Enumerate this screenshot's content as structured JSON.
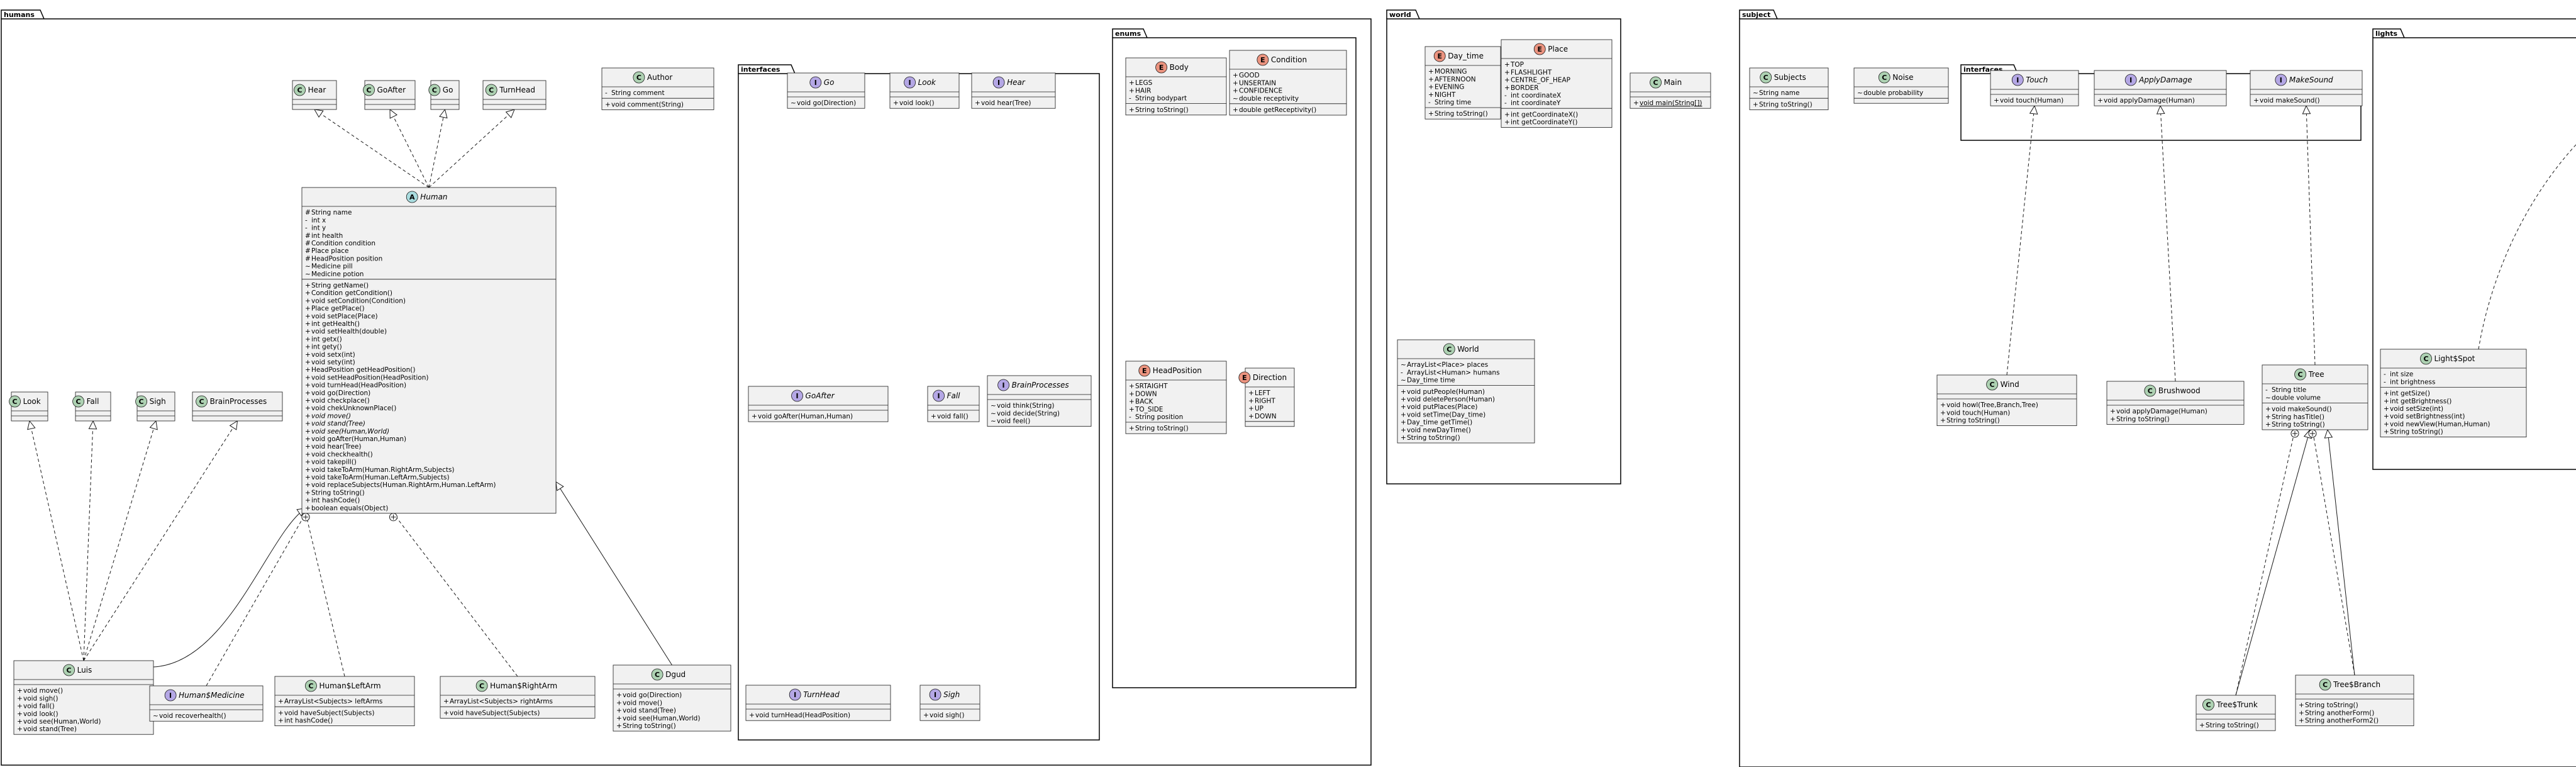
{
  "packages": [
    {
      "id": "humans",
      "name": "humans"
    },
    {
      "id": "interfaces_h",
      "name": "interfaces"
    },
    {
      "id": "enums",
      "name": "enums"
    },
    {
      "id": "world",
      "name": "world"
    },
    {
      "id": "subject",
      "name": "subject"
    },
    {
      "id": "interfaces_s",
      "name": "interfaces"
    },
    {
      "id": "lights",
      "name": "lights"
    }
  ],
  "classes": [
    {
      "id": "Hear1",
      "kind": "C",
      "name": "Hear",
      "italic": false,
      "fields": [],
      "methods": []
    },
    {
      "id": "GoAfter1",
      "kind": "C",
      "name": "GoAfter",
      "italic": false,
      "fields": [],
      "methods": []
    },
    {
      "id": "Go1",
      "kind": "C",
      "name": "Go",
      "italic": false,
      "fields": [],
      "methods": []
    },
    {
      "id": "TurnHead1",
      "kind": "C",
      "name": "TurnHead",
      "italic": false,
      "fields": [],
      "methods": []
    },
    {
      "id": "Author",
      "kind": "C",
      "name": "Author",
      "italic": false,
      "fields": [
        {
          "v": "-",
          "t": "String comment"
        }
      ],
      "methods": [
        {
          "v": "+",
          "t": "void comment(String)"
        }
      ]
    },
    {
      "id": "Human",
      "kind": "A",
      "name": "Human",
      "italic": true,
      "fields": [
        {
          "v": "#",
          "t": "String name"
        },
        {
          "v": "-",
          "t": "int x"
        },
        {
          "v": "-",
          "t": "int y"
        },
        {
          "v": "#",
          "t": "int health"
        },
        {
          "v": "#",
          "t": "Condition condition"
        },
        {
          "v": "#",
          "t": "Place place"
        },
        {
          "v": "#",
          "t": "HeadPosition position"
        },
        {
          "v": "~",
          "t": "Medicine pill"
        },
        {
          "v": "~",
          "t": "Medicine potion"
        }
      ],
      "methods": [
        {
          "v": "+",
          "t": "String getName()"
        },
        {
          "v": "+",
          "t": "Condition getCondition()"
        },
        {
          "v": "+",
          "t": "void setCondition(Condition)"
        },
        {
          "v": "+",
          "t": "Place getPlace()"
        },
        {
          "v": "+",
          "t": "void setPlace(Place)"
        },
        {
          "v": "+",
          "t": "int getHealth()"
        },
        {
          "v": "+",
          "t": "void setHealth(double)"
        },
        {
          "v": "+",
          "t": "int getx()"
        },
        {
          "v": "+",
          "t": "int gety()"
        },
        {
          "v": "+",
          "t": "void setx(int)"
        },
        {
          "v": "+",
          "t": "void sety(int)"
        },
        {
          "v": "+",
          "t": "HeadPosition getHeadPosition()"
        },
        {
          "v": "+",
          "t": "void setHeadPosition(HeadPosition)"
        },
        {
          "v": "+",
          "t": "void turnHead(HeadPosition)"
        },
        {
          "v": "+",
          "t": "void go(Direction)"
        },
        {
          "v": "+",
          "t": "void checkplace()"
        },
        {
          "v": "+",
          "t": "void chekUnknownPlace()"
        },
        {
          "v": "+",
          "t": "void move()",
          "i": true
        },
        {
          "v": "+",
          "t": "void stand(Tree)",
          "i": true
        },
        {
          "v": "+",
          "t": "void see(Human,World)",
          "i": true
        },
        {
          "v": "+",
          "t": "void goAfter(Human,Human)"
        },
        {
          "v": "+",
          "t": "void hear(Tree)"
        },
        {
          "v": "+",
          "t": "void checkhealth()"
        },
        {
          "v": "+",
          "t": "void takepill()"
        },
        {
          "v": "+",
          "t": "void takeToArm(Human.RightArm,Subjects)"
        },
        {
          "v": "+",
          "t": "void takeToArm(Human.LeftArm,Subjects)"
        },
        {
          "v": "+",
          "t": "void replaceSubjects(Human.RightArm,Human.LeftArm)"
        },
        {
          "v": "+",
          "t": "String toString()"
        },
        {
          "v": "+",
          "t": "int hashCode()"
        },
        {
          "v": "+",
          "t": "boolean equals(Object)"
        }
      ]
    },
    {
      "id": "Look1",
      "kind": "C",
      "name": "Look",
      "italic": false,
      "fields": [],
      "methods": []
    },
    {
      "id": "Fall1",
      "kind": "C",
      "name": "Fall",
      "italic": false,
      "fields": [],
      "methods": []
    },
    {
      "id": "Sigh1",
      "kind": "C",
      "name": "Sigh",
      "italic": false,
      "fields": [],
      "methods": []
    },
    {
      "id": "BrainProcesses1",
      "kind": "C",
      "name": "BrainProcesses",
      "italic": false,
      "fields": [],
      "methods": []
    },
    {
      "id": "Luis",
      "kind": "C",
      "name": "Luis",
      "italic": false,
      "fields": [],
      "methods": [
        {
          "v": "+",
          "t": "void move()"
        },
        {
          "v": "+",
          "t": "void sigh()"
        },
        {
          "v": "+",
          "t": "void fall()"
        },
        {
          "v": "+",
          "t": "void look()"
        },
        {
          "v": "+",
          "t": "void see(Human,World)"
        },
        {
          "v": "+",
          "t": "void stand(Tree)"
        }
      ]
    },
    {
      "id": "HumanMedicine",
      "kind": "I",
      "name": "Human$Medicine",
      "italic": true,
      "fields": [],
      "methods": [
        {
          "v": "~",
          "t": "void recoverhealth()"
        }
      ]
    },
    {
      "id": "HumanLeftArm",
      "kind": "C",
      "name": "Human$LeftArm",
      "italic": false,
      "fields": [
        {
          "v": "+",
          "t": "ArrayList<Subjects> leftArms"
        }
      ],
      "methods": [
        {
          "v": "+",
          "t": "void haveSubject(Subjects)"
        },
        {
          "v": "+",
          "t": "int hashCode()"
        }
      ]
    },
    {
      "id": "HumanRightArm",
      "kind": "C",
      "name": "Human$RightArm",
      "italic": false,
      "fields": [
        {
          "v": "+",
          "t": "ArrayList<Subjects> rightArms"
        }
      ],
      "methods": [
        {
          "v": "+",
          "t": "void haveSubject(Subjects)"
        }
      ]
    },
    {
      "id": "Dgud",
      "kind": "C",
      "name": "Dgud",
      "italic": false,
      "fields": [],
      "methods": [
        {
          "v": "+",
          "t": "void go(Direction)"
        },
        {
          "v": "+",
          "t": "void move()"
        },
        {
          "v": "+",
          "t": "void stand(Tree)"
        },
        {
          "v": "+",
          "t": "void see(Human,World)"
        },
        {
          "v": "+",
          "t": "String toString()"
        }
      ]
    },
    {
      "id": "GoI",
      "kind": "I",
      "name": "Go",
      "italic": true,
      "fields": [],
      "methods": [
        {
          "v": "~",
          "t": "void go(Direction)"
        }
      ]
    },
    {
      "id": "LookI",
      "kind": "I",
      "name": "Look",
      "italic": true,
      "fields": [],
      "methods": [
        {
          "v": "+",
          "t": "void look()"
        }
      ]
    },
    {
      "id": "HearI",
      "kind": "I",
      "name": "Hear",
      "italic": true,
      "fields": [],
      "methods": [
        {
          "v": "+",
          "t": "void hear(Tree)"
        }
      ]
    },
    {
      "id": "GoAfterI",
      "kind": "I",
      "name": "GoAfter",
      "italic": true,
      "fields": [],
      "methods": [
        {
          "v": "+",
          "t": "void goAfter(Human,Human)"
        }
      ]
    },
    {
      "id": "FallI",
      "kind": "I",
      "name": "Fall",
      "italic": true,
      "fields": [],
      "methods": [
        {
          "v": "+",
          "t": "void fall()"
        }
      ]
    },
    {
      "id": "BrainI",
      "kind": "I",
      "name": "BrainProcesses",
      "italic": true,
      "fields": [],
      "methods": [
        {
          "v": "~",
          "t": "void think(String)"
        },
        {
          "v": "~",
          "t": "void decide(String)"
        },
        {
          "v": "~",
          "t": "void feel()"
        }
      ]
    },
    {
      "id": "TurnHeadI",
      "kind": "I",
      "name": "TurnHead",
      "italic": true,
      "fields": [],
      "methods": [
        {
          "v": "+",
          "t": "void turnHead(HeadPosition)"
        }
      ]
    },
    {
      "id": "SighI",
      "kind": "I",
      "name": "Sigh",
      "italic": true,
      "fields": [],
      "methods": [
        {
          "v": "+",
          "t": "void sigh()"
        }
      ]
    },
    {
      "id": "Body",
      "kind": "E",
      "name": "Body",
      "italic": false,
      "fields": [
        {
          "v": "+",
          "t": "LEGS"
        },
        {
          "v": "+",
          "t": "HAIR"
        },
        {
          "v": "-",
          "t": "String bodypart"
        }
      ],
      "methods": [
        {
          "v": "+",
          "t": "String toString()"
        }
      ]
    },
    {
      "id": "Condition",
      "kind": "E",
      "name": "Condition",
      "italic": false,
      "fields": [
        {
          "v": "+",
          "t": "GOOD"
        },
        {
          "v": "+",
          "t": "UNSERTAIN"
        },
        {
          "v": "+",
          "t": "CONFIDENCE"
        },
        {
          "v": "~",
          "t": "double receptivity"
        }
      ],
      "methods": [
        {
          "v": "+",
          "t": "double getReceptivity()"
        }
      ]
    },
    {
      "id": "HeadPosition",
      "kind": "E",
      "name": "HeadPosition",
      "italic": false,
      "fields": [
        {
          "v": "+",
          "t": "SRTAIGHT"
        },
        {
          "v": "+",
          "t": "DOWN"
        },
        {
          "v": "+",
          "t": "BACK"
        },
        {
          "v": "+",
          "t": "TO_SIDE"
        },
        {
          "v": "-",
          "t": "String position"
        }
      ],
      "methods": [
        {
          "v": "+",
          "t": "String toString()"
        }
      ]
    },
    {
      "id": "Direction",
      "kind": "E",
      "name": "Direction",
      "italic": false,
      "fields": [
        {
          "v": "+",
          "t": "LEFT"
        },
        {
          "v": "+",
          "t": "RIGHT"
        },
        {
          "v": "+",
          "t": "UP"
        },
        {
          "v": "+",
          "t": "DOWN"
        }
      ],
      "methods": []
    },
    {
      "id": "DayTime",
      "kind": "E",
      "name": "Day_time",
      "italic": false,
      "fields": [
        {
          "v": "+",
          "t": "MORNING"
        },
        {
          "v": "+",
          "t": "AFTERNOON"
        },
        {
          "v": "+",
          "t": "EVENING"
        },
        {
          "v": "+",
          "t": "NIGHT"
        },
        {
          "v": "-",
          "t": "String time"
        }
      ],
      "methods": [
        {
          "v": "+",
          "t": "String toString()"
        }
      ]
    },
    {
      "id": "Place",
      "kind": "E",
      "name": "Place",
      "italic": false,
      "fields": [
        {
          "v": "+",
          "t": "TOP"
        },
        {
          "v": "+",
          "t": "FLASHLIGHT"
        },
        {
          "v": "+",
          "t": "CENTRE_OF_HEAP"
        },
        {
          "v": "+",
          "t": "BORDER"
        },
        {
          "v": "-",
          "t": "int coordinateX"
        },
        {
          "v": "-",
          "t": "int coordinateY"
        }
      ],
      "methods": [
        {
          "v": "+",
          "t": "int getCoordinateX()"
        },
        {
          "v": "+",
          "t": "int getCoordinateY()"
        }
      ]
    },
    {
      "id": "Main",
      "kind": "C",
      "name": "Main",
      "italic": false,
      "fields": [],
      "methods": [
        {
          "v": "+",
          "t": "void main(String[])",
          "u": true
        }
      ]
    },
    {
      "id": "World",
      "kind": "C",
      "name": "World",
      "italic": false,
      "fields": [
        {
          "v": "~",
          "t": "ArrayList<Place> places"
        },
        {
          "v": "-",
          "t": "ArrayList<Human> humans"
        },
        {
          "v": "~",
          "t": "Day_time time"
        }
      ],
      "methods": [
        {
          "v": "+",
          "t": "void putPeople(Human)"
        },
        {
          "v": "+",
          "t": "void deletePerson(Human)"
        },
        {
          "v": "+",
          "t": "void putPlaces(Place)"
        },
        {
          "v": "+",
          "t": "void setTime(Day_time)"
        },
        {
          "v": "+",
          "t": "Day_time getTime()"
        },
        {
          "v": "+",
          "t": "void newDayTime()"
        },
        {
          "v": "+",
          "t": "String toString()"
        }
      ]
    },
    {
      "id": "Subjects",
      "kind": "C",
      "name": "Subjects",
      "italic": false,
      "fields": [
        {
          "v": "~",
          "t": "String name"
        }
      ],
      "methods": [
        {
          "v": "+",
          "t": "String toString()"
        }
      ]
    },
    {
      "id": "Noise",
      "kind": "C",
      "name": "Noise",
      "italic": false,
      "fields": [
        {
          "v": "~",
          "t": "double probability"
        }
      ],
      "methods": []
    },
    {
      "id": "TouchI",
      "kind": "I",
      "name": "Touch",
      "italic": true,
      "fields": [],
      "methods": [
        {
          "v": "+",
          "t": "void touch(Human)"
        }
      ]
    },
    {
      "id": "ApplyDamageI",
      "kind": "I",
      "name": "ApplyDamage",
      "italic": true,
      "fields": [],
      "methods": [
        {
          "v": "+",
          "t": "void applyDamage(Human)"
        }
      ]
    },
    {
      "id": "MakeSoundI",
      "kind": "I",
      "name": "MakeSound",
      "italic": true,
      "fields": [],
      "methods": [
        {
          "v": "+",
          "t": "void makeSound()"
        }
      ]
    },
    {
      "id": "Wind",
      "kind": "C",
      "name": "Wind",
      "italic": false,
      "fields": [],
      "methods": [
        {
          "v": "+",
          "t": "void howl(Tree,Branch,Tree)"
        },
        {
          "v": "+",
          "t": "void touch(Human)"
        },
        {
          "v": "+",
          "t": "String toString()"
        }
      ]
    },
    {
      "id": "Brushwood",
      "kind": "C",
      "name": "Brushwood",
      "italic": false,
      "fields": [],
      "methods": [
        {
          "v": "+",
          "t": "void applyDamage(Human)"
        },
        {
          "v": "+",
          "t": "String toString()"
        }
      ]
    },
    {
      "id": "Tree",
      "kind": "C",
      "name": "Tree",
      "italic": false,
      "fields": [
        {
          "v": "-",
          "t": "String title"
        },
        {
          "v": "~",
          "t": "double volume"
        }
      ],
      "methods": [
        {
          "v": "+",
          "t": "void makeSound()"
        },
        {
          "v": "+",
          "t": "String hasTitle()"
        },
        {
          "v": "+",
          "t": "String toString()"
        }
      ]
    },
    {
      "id": "TreeTrunk",
      "kind": "C",
      "name": "Tree$Trunk",
      "italic": false,
      "fields": [],
      "methods": [
        {
          "v": "+",
          "t": "String toString()"
        }
      ]
    },
    {
      "id": "TreeBranch",
      "kind": "C",
      "name": "Tree$Branch",
      "italic": false,
      "fields": [],
      "methods": [
        {
          "v": "+",
          "t": "String toString()"
        },
        {
          "v": "+",
          "t": "String anotherForm()"
        },
        {
          "v": "+",
          "t": "String anotherForm2()"
        }
      ]
    },
    {
      "id": "LightSpot",
      "kind": "C",
      "name": "Light$Spot",
      "italic": false,
      "fields": [
        {
          "v": "-",
          "t": "int size"
        },
        {
          "v": "-",
          "t": "int brightness"
        }
      ],
      "methods": [
        {
          "v": "+",
          "t": "int getSize()"
        },
        {
          "v": "+",
          "t": "int getBrightness()"
        },
        {
          "v": "+",
          "t": "void setSize(int)"
        },
        {
          "v": "+",
          "t": "void setBrightness(int)"
        },
        {
          "v": "+",
          "t": "void newView(Human,Human)"
        },
        {
          "v": "+",
          "t": "String toString()"
        }
      ]
    }
  ],
  "relations": [
    {
      "from": "Human",
      "to": "Hear1",
      "type": "realization"
    },
    {
      "from": "Human",
      "to": "GoAfter1",
      "type": "realization"
    },
    {
      "from": "Human",
      "to": "Go1",
      "type": "realization"
    },
    {
      "from": "Human",
      "to": "TurnHead1",
      "type": "realization"
    },
    {
      "from": "Luis",
      "to": "Look1",
      "type": "realization"
    },
    {
      "from": "Luis",
      "to": "Fall1",
      "type": "realization"
    },
    {
      "from": "Luis",
      "to": "Sigh1",
      "type": "realization"
    },
    {
      "from": "Luis",
      "to": "BrainProcesses1",
      "type": "realization"
    },
    {
      "from": "Luis",
      "to": "Human",
      "type": "generalization"
    },
    {
      "from": "Dgud",
      "to": "Human",
      "type": "generalization"
    },
    {
      "from": "HumanMedicine",
      "to": "Human",
      "type": "nesting"
    },
    {
      "from": "HumanLeftArm",
      "to": "Human",
      "type": "nesting"
    },
    {
      "from": "HumanRightArm",
      "to": "Human",
      "type": "nesting"
    },
    {
      "from": "Wind",
      "to": "TouchI",
      "type": "realization"
    },
    {
      "from": "Brushwood",
      "to": "ApplyDamageI",
      "type": "realization"
    },
    {
      "from": "Tree",
      "to": "MakeSoundI",
      "type": "realization"
    },
    {
      "from": "TreeTrunk",
      "to": "Tree",
      "type": "generalization"
    },
    {
      "from": "TreeBranch",
      "to": "Tree",
      "type": "generalization"
    },
    {
      "from": "TreeTrunk",
      "to": "Tree",
      "type": "nesting"
    },
    {
      "from": "TreeBranch",
      "to": "Tree",
      "type": "nesting"
    },
    {
      "from": "LightSpot",
      "to": "",
      "type": "realization"
    }
  ],
  "colors": {
    "class_bg": "#f1f1f1",
    "border": "#181818",
    "C": "#add1b2",
    "A": "#a9dcdf",
    "I": "#b4a7e5",
    "E": "#eb937f"
  }
}
